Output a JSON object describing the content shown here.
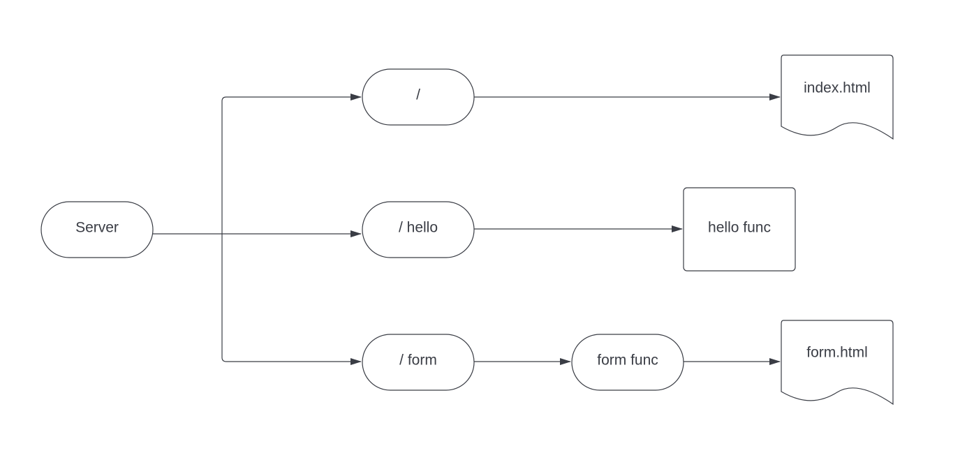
{
  "diagram": {
    "colors": {
      "stroke": "#3a3d45",
      "text": "#3a3d45",
      "fill": "#ffffff",
      "background": "#ffffff"
    },
    "nodes": {
      "server": {
        "label": "Server",
        "shape": "terminator"
      },
      "route_root": {
        "label": "/",
        "shape": "terminator"
      },
      "route_hello": {
        "label": "/ hello",
        "shape": "terminator"
      },
      "route_form": {
        "label": "/ form",
        "shape": "terminator"
      },
      "form_func": {
        "label": "form func",
        "shape": "terminator"
      },
      "hello_func": {
        "label": "hello func",
        "shape": "process"
      },
      "index_html": {
        "label": "index.html",
        "shape": "document"
      },
      "form_html": {
        "label": "form.html",
        "shape": "document"
      }
    },
    "edges": [
      {
        "from": "server",
        "to": "route_root"
      },
      {
        "from": "server",
        "to": "route_hello"
      },
      {
        "from": "server",
        "to": "route_form"
      },
      {
        "from": "route_root",
        "to": "index_html"
      },
      {
        "from": "route_hello",
        "to": "hello_func"
      },
      {
        "from": "route_form",
        "to": "form_func"
      },
      {
        "from": "form_func",
        "to": "form_html"
      }
    ]
  }
}
